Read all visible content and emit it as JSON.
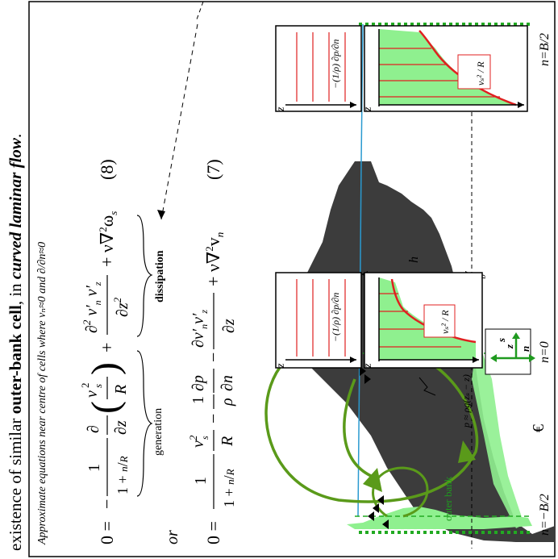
{
  "caption": {
    "lead": "existence of similar",
    "bold": "outer-bank cell",
    "mid": ", in",
    "bolditalic": "curved laminar flow",
    "end": "."
  },
  "approx_note": "Approximate equations near centre of cells where vₙ≈0 and ∂/∂n≈0",
  "equations": {
    "eq8_lhs": "0 =",
    "eq8_number": "(8)",
    "eq7_lhs": "0 =",
    "eq7_number": "(7)",
    "or_label": "or",
    "generation_label": "generation",
    "dissipation_label": "dissipation"
  },
  "labels": {
    "outer_bank": "outer bank",
    "n_pos": "n=B/2",
    "n_zero": "n=0",
    "n_neg": "n=−B/2",
    "z_s": "z",
    "z_s_sub": "S",
    "z_b": "z",
    "z_b_sub": "b",
    "h": "h",
    "centerline": "€",
    "pressure": "p ≈ ρg(zₛ − z)",
    "axis_z": "z",
    "axis_s": "s",
    "axis_n": "n",
    "vs2R": "vₛ² / R",
    "dpdn": "−(1/ρ) ∂p/∂n"
  },
  "colors": {
    "bed": "#3c3c3c",
    "water_green": "#8ff08f",
    "cell_green": "#5a9a1a",
    "bank_green": "#22aa22",
    "red": "#e02020",
    "surface": "#2a9ad0"
  }
}
